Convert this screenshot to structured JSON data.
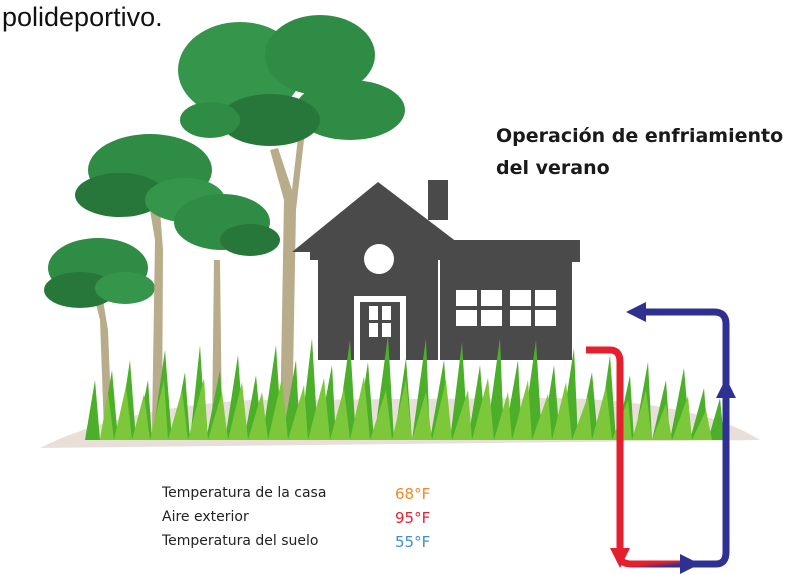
{
  "top_text": "polideportivo.",
  "title_lines": [
    "Operación de enfriamiento",
    "del verano"
  ],
  "temperatures": [
    {
      "label": "Temperatura de la casa",
      "value": "68°F",
      "color": "#f0892b"
    },
    {
      "label": "Aire exterior",
      "value": "95°F",
      "color": "#e4202e"
    },
    {
      "label": "Temperatura del suelo",
      "value": "55°F",
      "color": "#3a8fd6"
    }
  ],
  "colors": {
    "house": "#4a4a4a",
    "ground": "#e8e0d8",
    "grass": "#4caf2a",
    "tree_foliage": "#2f8c45",
    "tree_trunk": "#b8ac8a",
    "hot_pipe": "#e4202e",
    "cold_pipe": "#2e3192"
  }
}
